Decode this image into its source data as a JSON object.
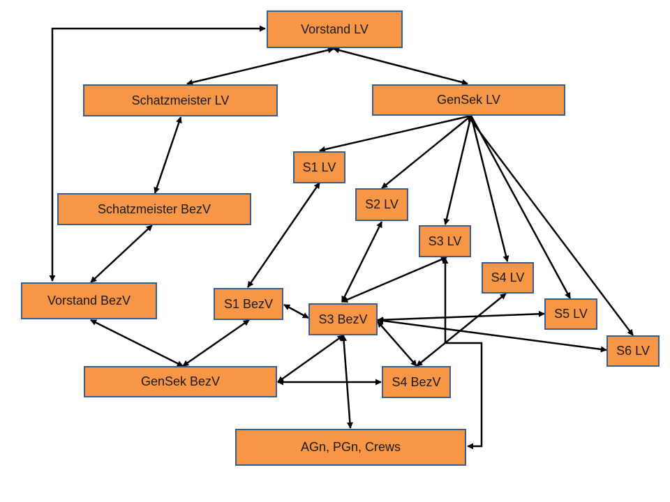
{
  "colors": {
    "node_fill": "#F79646",
    "node_border": "#385D8A",
    "edge": "#000000"
  },
  "nodes": {
    "vorstand_lv": "Vorstand LV",
    "schatzmeister_lv": "Schatzmeister LV",
    "gensek_lv": "GenSek LV",
    "s1_lv": "S1 LV",
    "s2_lv": "S2 LV",
    "s3_lv": "S3 LV",
    "s4_lv": "S4 LV",
    "s5_lv": "S5 LV",
    "s6_lv": "S6 LV",
    "schatzmeister_bezv": "Schatzmeister BezV",
    "vorstand_bezv": "Vorstand BezV",
    "s1_bezv": "S1 BezV",
    "s3_bezv": "S3 BezV",
    "gensek_bezv": "GenSek BezV",
    "s4_bezv": "S4 BezV",
    "agn_pgn_crews": "AGn, PGn, Crews"
  }
}
